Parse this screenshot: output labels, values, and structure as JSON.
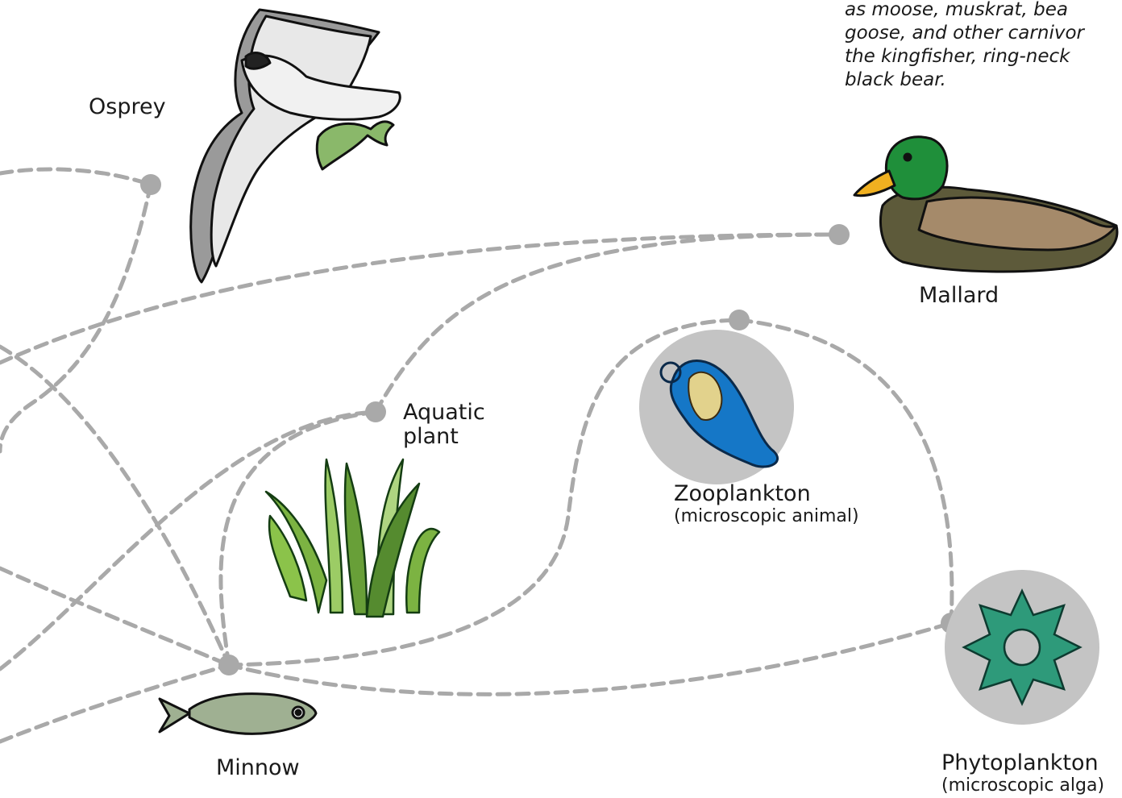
{
  "note_lines": [
    "as moose, muskrat, bea",
    "goose, and other carnivor",
    "the kingfisher, ring-neck",
    "black bear."
  ],
  "organisms": {
    "osprey": {
      "label": "Osprey"
    },
    "mallard": {
      "label": "Mallard"
    },
    "aquatic_plant": {
      "label_line1": "Aquatic",
      "label_line2": "plant"
    },
    "zooplankton": {
      "label": "Zooplankton",
      "sublabel": "(microscopic animal)"
    },
    "phytoplankton": {
      "label": "Phytoplankton",
      "sublabel": "(microscopic alga)"
    },
    "minnow": {
      "label": "Minnow"
    }
  },
  "colors": {
    "connector": "#a9a9a9",
    "node": "#a9a9a9",
    "plankton_disc": "#c4c4c4",
    "plant_green": "#7cb342",
    "mallard_head": "#1f8f3a"
  }
}
